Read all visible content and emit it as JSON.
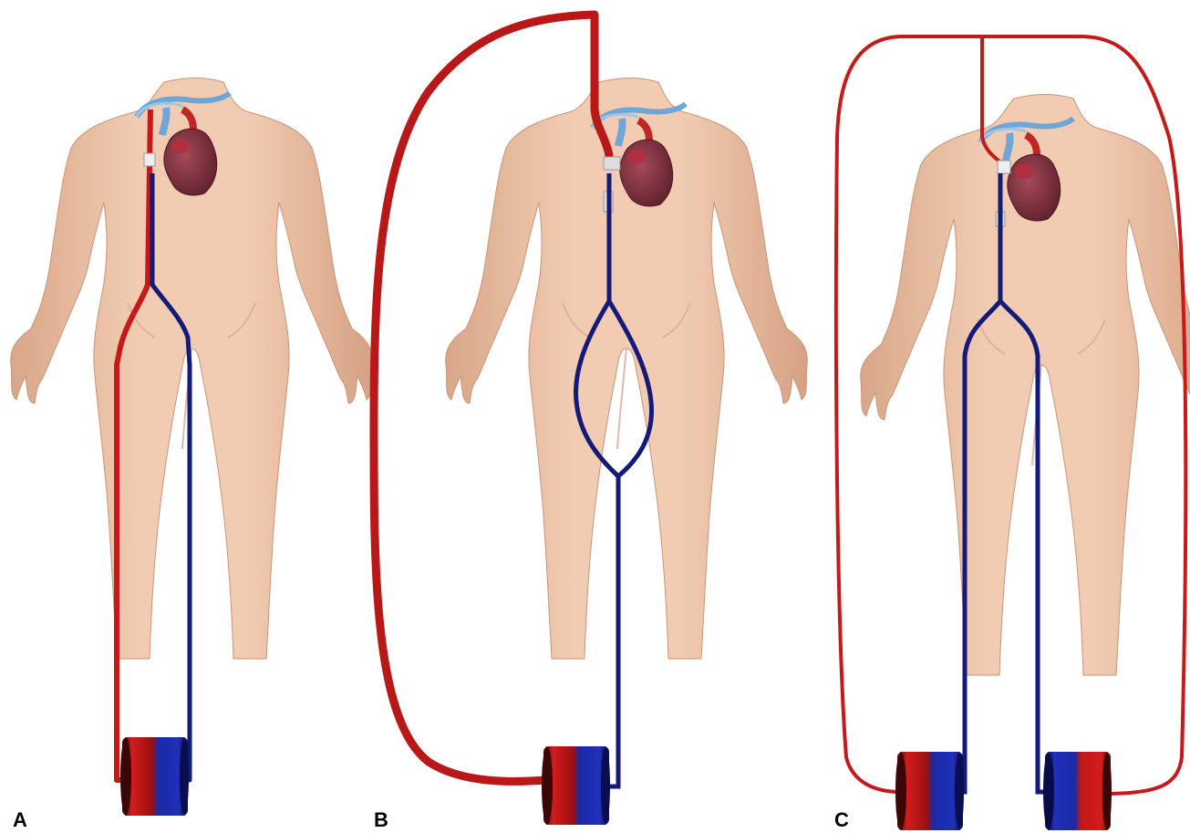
{
  "panels": [
    {
      "label": "A"
    },
    {
      "label": "B"
    },
    {
      "label": "C"
    }
  ],
  "colors": {
    "arterial": "#c41a1a",
    "venous": "#141a78",
    "skin": "#ecc0a4",
    "skin_shade": "#d9a688",
    "heart": "#7a2e3c",
    "vessel_light": "#6fa6d6"
  },
  "icons": [
    "human-body",
    "heart",
    "ecmo-pump"
  ]
}
